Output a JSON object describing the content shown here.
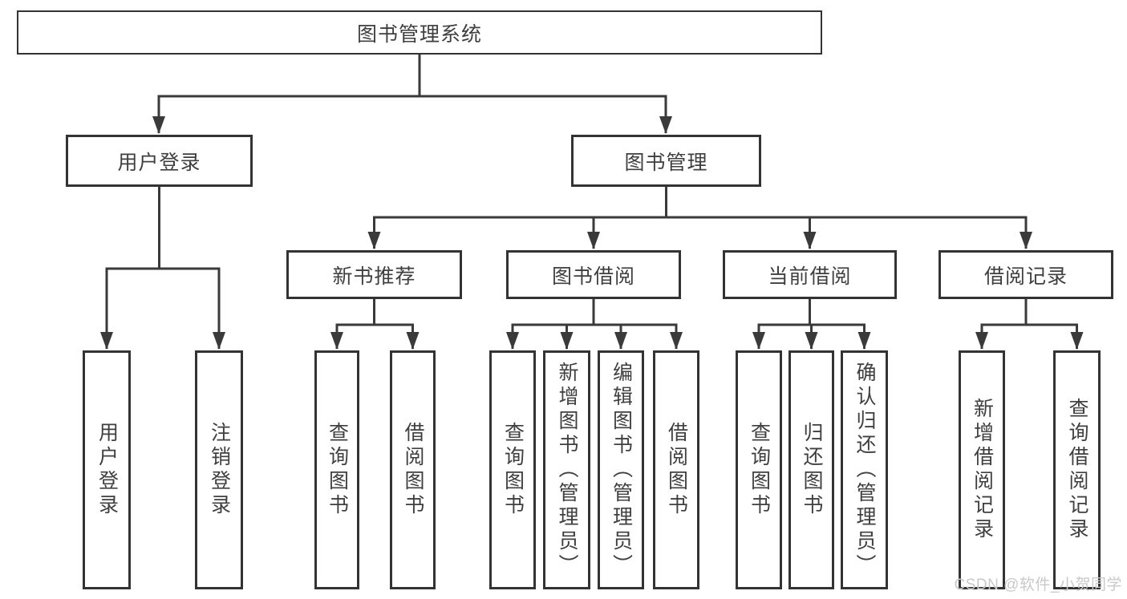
{
  "diagram": {
    "title": "图书管理系统",
    "colors": {
      "line": "#3a3a3a",
      "box_border": "#333333",
      "text": "#3f3f3f",
      "watermark": "#c9c9c9",
      "background": "#ffffff"
    },
    "nodes": {
      "root": {
        "label": "图书管理系统"
      },
      "user_login_branch": {
        "label": "用户登录"
      },
      "book_management": {
        "label": "图书管理"
      },
      "new_book_recommend": {
        "label": "新书推荐"
      },
      "book_borrowing": {
        "label": "图书借阅"
      },
      "current_borrowing": {
        "label": "当前借阅"
      },
      "borrowing_records": {
        "label": "借阅记录"
      },
      "user_login_leaf": {
        "label": "用户登录"
      },
      "logout_leaf": {
        "label": "注销登录"
      },
      "nbr_query_books": {
        "label": "查询图书"
      },
      "nbr_borrow_books": {
        "label": "借阅图书"
      },
      "bb_query_books": {
        "label": "查询图书"
      },
      "bb_add_books": {
        "label": "新增图书（管理员）"
      },
      "bb_edit_books": {
        "label": "编辑图书（管理员）"
      },
      "bb_borrow_books": {
        "label": "借阅图书"
      },
      "cb_query_books": {
        "label": "查询图书"
      },
      "cb_return_books": {
        "label": "归还图书"
      },
      "cb_confirm_return": {
        "label": "确认归还（管理员）"
      },
      "br_add_record": {
        "label": "新增借阅记录"
      },
      "br_query_record": {
        "label": "查询借阅记录"
      }
    },
    "watermark": "CSDN @软件_小贺同学"
  }
}
